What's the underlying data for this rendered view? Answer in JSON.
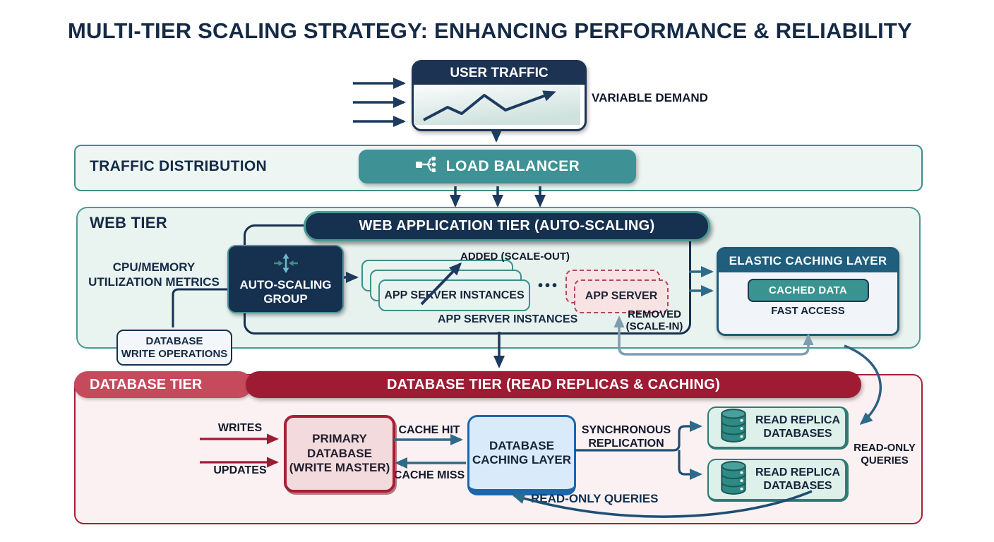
{
  "title": "MULTI-TIER SCALING STRATEGY: ENHANCING PERFORMANCE & RELIABILITY",
  "user_traffic": {
    "label": "USER TRAFFIC",
    "annotation": "VARIABLE DEMAND"
  },
  "traffic_distribution": {
    "label": "TRAFFIC DISTRIBUTION",
    "load_balancer": "LOAD BALANCER"
  },
  "web_tier": {
    "label": "WEB TIER",
    "header": "WEB APPLICATION TIER (AUTO-SCALING)",
    "metrics": "CPU/MEMORY\nUTILIZATION METRICS",
    "auto_scaling_group": "AUTO-SCALING\nGROUP",
    "app_server_instances": "APP SERVER INSTANCES",
    "added_label": "ADDED (SCALE-OUT)",
    "ellipsis": "•••",
    "app_server": "APP SERVER",
    "removed_label": "REMOVED\n(SCALE-IN)",
    "caption": "APP SERVER INSTANCES",
    "db_write_ops": "DATABASE\nWRITE OPERATIONS"
  },
  "caching": {
    "header": "ELASTIC CACHING LAYER",
    "cached_data": "CACHED DATA",
    "fast_access": "FAST ACCESS"
  },
  "database_tier": {
    "label": "DATABASE TIER",
    "header": "DATABASE TIER (READ REPLICAS & CACHING)",
    "writes": "WRITES",
    "updates": "UPDATES",
    "primary_db": "PRIMARY\nDATABASE\n(WRITE MASTER)",
    "cache_hit": "CACHE HIT",
    "cache_miss": "CACHE MISS",
    "db_caching_layer": "DATABASE\nCACHING LAYER",
    "sync_replication": "SYNCHRONOUS\nREPLICATION",
    "read_replicas": [
      {
        "label": "READ REPLICA\nDATABASES"
      },
      {
        "label": "READ REPLICA\nDATABASES"
      }
    ],
    "read_only_queries_side": "READ-ONLY\nQUERIES",
    "read_only_queries_bottom": "READ-ONLY QUERIES"
  },
  "colors": {
    "navy": "#16304f",
    "teal": "#3e9195",
    "teal_border": "#3f8e8c",
    "mint_bg": "#e9f3ef",
    "caching_header": "#205e7d",
    "crimson": "#9e1b33",
    "light_red": "#c54b5c",
    "db_tier_bg": "#fcf1f2",
    "primary_fill": "#f3dadd",
    "primary_border": "#a81e35",
    "cache_fill": "#d9ebfa",
    "cache_border": "#1d66a8",
    "replica_fill": "#def0ea",
    "replica_border": "#2e7d74",
    "arrow_navy": "#1d3a5f",
    "arrow_steel": "#2e6b8a",
    "arrow_red": "#9e1b33",
    "arrow_slate": "#7f9db1"
  }
}
